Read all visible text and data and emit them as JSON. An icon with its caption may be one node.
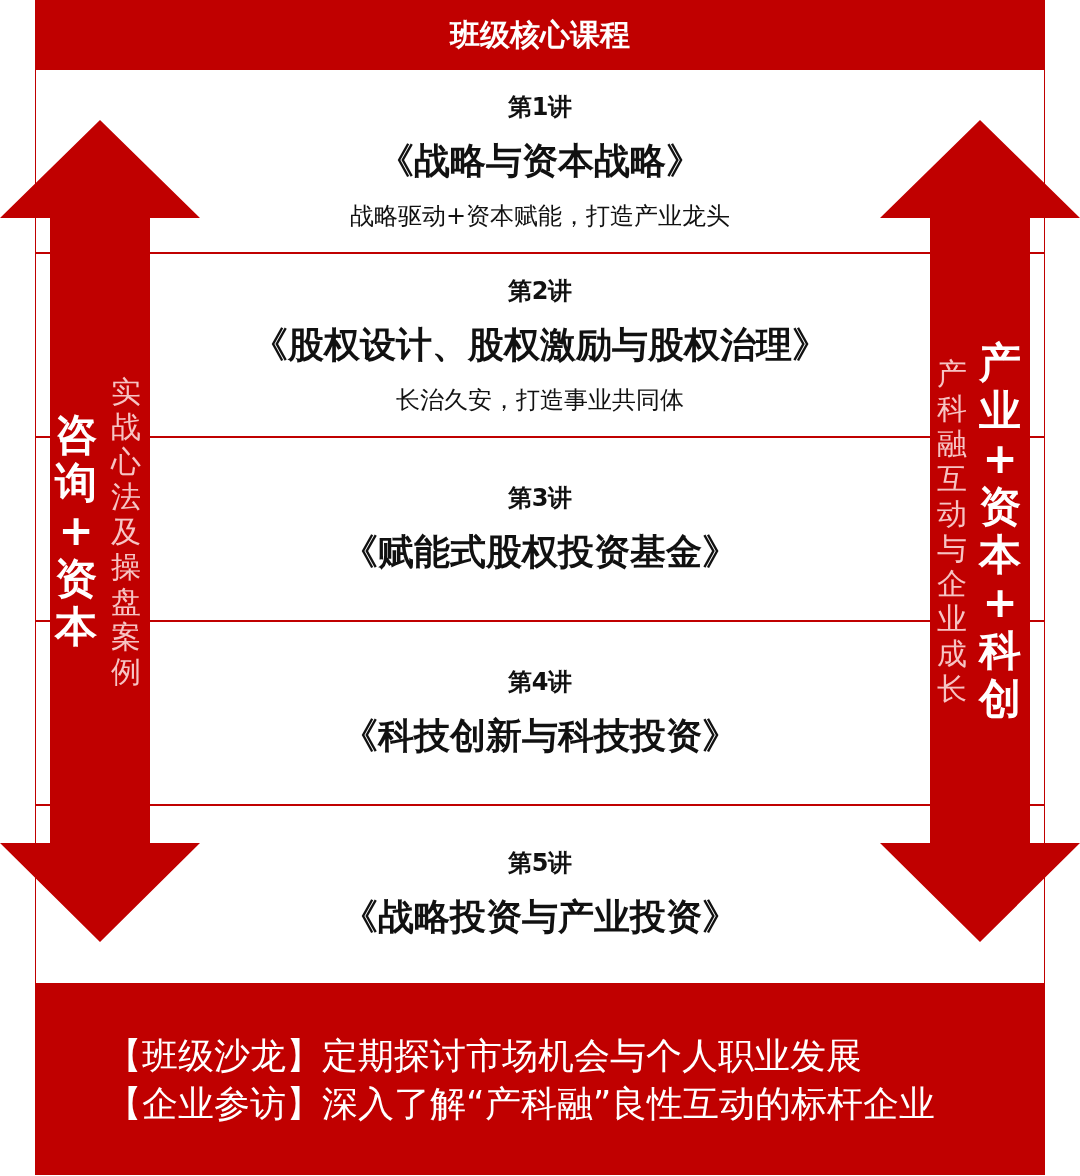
{
  "diagram": {
    "nodes": [
      {
        "text": [
          "班级核心课程"
        ]
      },
      {
        "text": [
          "第1讲",
          "《战略与资本战略》",
          "战略驱动+资本赋能，打造产业龙头"
        ],
        "in": 0
      },
      {
        "text": [
          "第2讲",
          "《股权设计、股权激励与股权治理》",
          "长治久安，打造事业共同体"
        ],
        "in": 0
      },
      {
        "text": [
          "第3讲",
          "《赋能式股权投资基金》"
        ],
        "in": 0
      },
      {
        "text": [
          "第4讲",
          "《科技创新与科技投资》"
        ],
        "in": 0
      },
      {
        "text": [
          "第5讲",
          "《战略投资与产业投资》"
        ],
        "in": 0
      },
      {
        "text": [
          "咨询+资本",
          "实战心法及操盘案例"
        ]
      },
      {
        "text": [
          "产科融互动与企业成长",
          "产业+资本+科创"
        ]
      },
      {
        "text": [
          "【班级沙龙】定期探讨市场机会与个人职业发展",
          "【企业参访】深入了解“产科融”良性互动的标杆企业"
        ],
        "in": 0
      }
    ]
  }
}
